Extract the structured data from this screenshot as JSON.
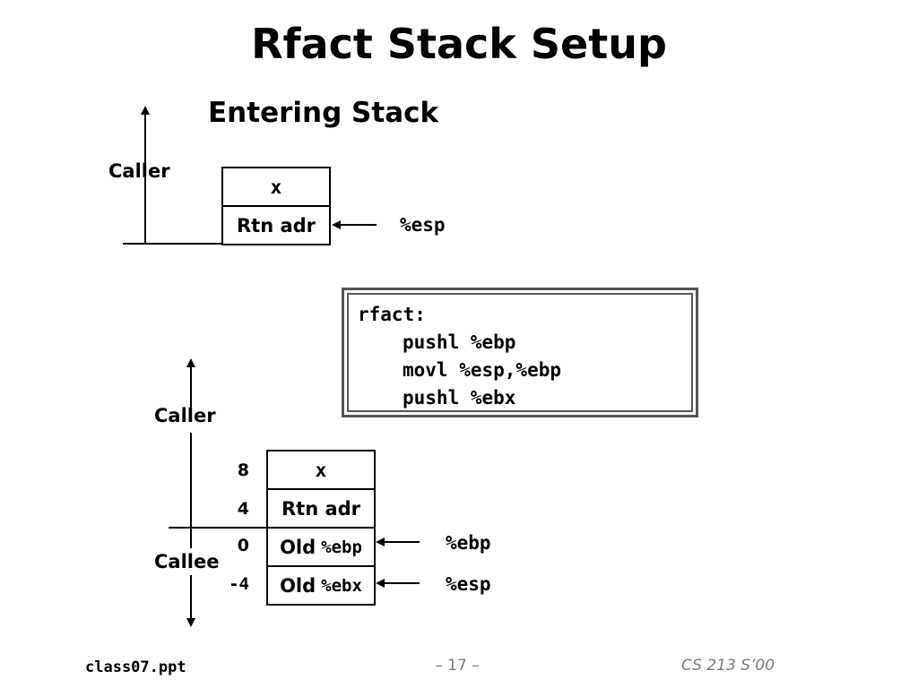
{
  "slide": {
    "title": "Rfact Stack Setup",
    "subtitle": "Entering Stack"
  },
  "top_diagram": {
    "caller_label": "Caller",
    "cells": [
      "x",
      "Rtn adr"
    ],
    "pointer_label": "%esp"
  },
  "code": {
    "lines": [
      "rfact:",
      "pushl %ebp",
      "movl %esp,%ebp",
      "pushl %ebx"
    ]
  },
  "bottom_diagram": {
    "caller_label": "Caller",
    "callee_label": "Callee",
    "offsets": [
      "8",
      "4",
      "0",
      "-4"
    ],
    "cells": [
      {
        "text": "x",
        "reg": ""
      },
      {
        "text": "Rtn adr",
        "reg": ""
      },
      {
        "text": "Old",
        "reg": "%ebp"
      },
      {
        "text": "Old",
        "reg": "%ebx"
      }
    ],
    "pointers": [
      "%ebp",
      "%esp"
    ]
  },
  "footer": {
    "left": "class07.ppt",
    "center": "– 17 –",
    "right": "CS 213 S’00"
  },
  "colors": {
    "footer_text": "#7a7a7a",
    "code_border": "#555555"
  }
}
